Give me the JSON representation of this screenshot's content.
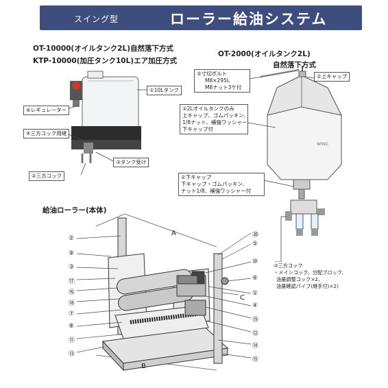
{
  "banner": {
    "prefix": "スイング型",
    "title": "ローラー給油システム"
  },
  "left_heading": {
    "line1": "OT-10000(オイルタンク2L)自然落下方式",
    "line2": "KTP-10000(加圧タンク10L)エア加圧方式"
  },
  "right_heading": {
    "line1": "OT-2000(オイルタンク2L)",
    "line2": "自然落下方式"
  },
  "left_labels": {
    "tank10l": "①10Lタンク",
    "regulator": "⑥レギュレーター",
    "cock_fitting": "④三方コック用継",
    "tank_receiver": "③タンク受け",
    "three_way_cock": "②三方コック"
  },
  "right_labels": {
    "bolt_title": "⑤寸切ボルト",
    "bolt_spec1": "M8×295L",
    "bolt_spec2": "M8ナット3ケ付",
    "upper_cap": "②上キャップ",
    "tank_desc": [
      "①2Lオイルタンクのみ",
      "上キャップ、ゴムパッキン、",
      "1/8ナット、補強ワッシャー",
      "下キャップ付"
    ],
    "lower_cap": [
      "②下キャップ",
      "下キャップ・ゴムパッキン、",
      "ナット1/8、補強ワッシャー付"
    ],
    "three_way": [
      "③三方コック",
      "・メインコック、分配ブロック、",
      "油量調整コック×2、",
      "油量確認パイプ(継手付)×2)"
    ],
    "tank_mark": "WING"
  },
  "roller": {
    "title": "給油ローラー(本体)",
    "point_a": "A",
    "point_b": "B",
    "point_c": "C",
    "left_numbers": [
      "②",
      "⑨",
      "③",
      "⑰",
      "⑯",
      "⑱",
      "⑦",
      "⑧",
      "⑪",
      "⑬"
    ],
    "right_numbers": [
      "⑳",
      "⑤",
      "⑩",
      "⑥",
      "①",
      "④",
      "⑲",
      "⑫",
      "⑭",
      "⑮"
    ]
  }
}
